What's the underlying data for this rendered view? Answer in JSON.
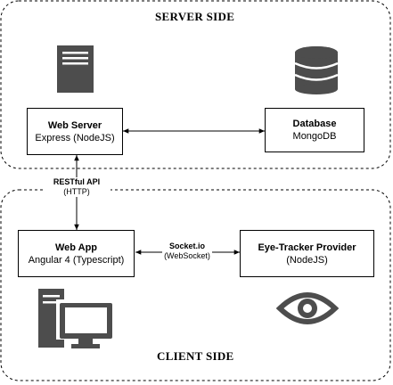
{
  "server": {
    "title": "SERVER SIDE",
    "web_server": {
      "title": "Web Server",
      "subtitle": "Express (NodeJS)"
    },
    "database": {
      "title": "Database",
      "subtitle": "MongoDB"
    },
    "icons": [
      "server-icon",
      "database-icon"
    ]
  },
  "client": {
    "title": "CLIENT SIDE",
    "web_app": {
      "title": "Web App",
      "subtitle": "Angular 4 (Typescript)"
    },
    "eye_tracker": {
      "title": "Eye-Tracker Provider",
      "subtitle": "(NodeJS)"
    },
    "icons": [
      "desktop-computer-icon",
      "eye-icon"
    ]
  },
  "edges": {
    "rest": {
      "line1": "RESTful API",
      "line2": "(HTTP)"
    },
    "socket": {
      "line1": "Socket.io",
      "line2": "(WebSocket)"
    }
  },
  "colors": {
    "icon": "#4d4d4d",
    "stroke": "#000000"
  }
}
